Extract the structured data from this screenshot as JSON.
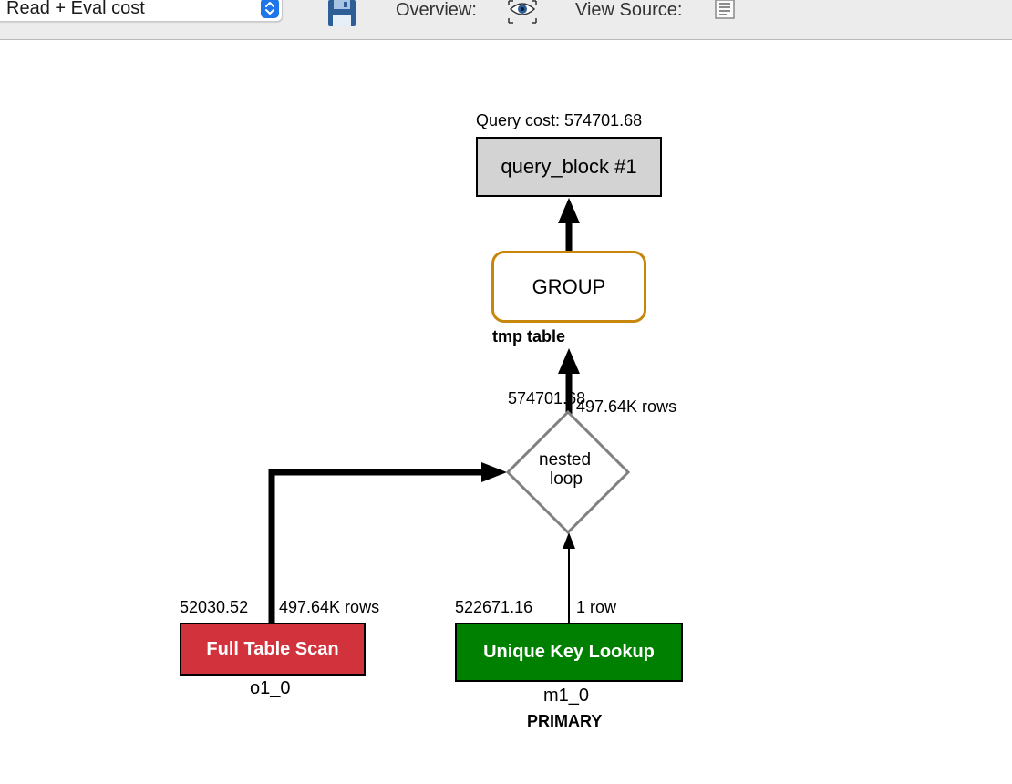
{
  "toolbar": {
    "view_select_value": "Read + Eval cost",
    "save_icon": "save-icon",
    "overview_label": "Overview:",
    "overview_icon": "eye-icon",
    "view_source_label": "View Source:",
    "view_source_icon": "document-icon"
  },
  "diagram": {
    "query_cost": "Query cost: 574701.68",
    "query_block": "query_block #1",
    "group": "GROUP",
    "group_note": "tmp table",
    "nested_loop_line1": "nested",
    "nested_loop_line2": "loop",
    "nested_cost": "574701.68",
    "nested_rows": "497.64K rows",
    "scan_cost": "52030.52",
    "scan_rows": "497.64K rows",
    "scan_label": "Full Table Scan",
    "scan_table": "o1_0",
    "lookup_cost": "522671.16",
    "lookup_rows": "1 row",
    "lookup_label": "Unique Key Lookup",
    "lookup_table": "m1_0",
    "lookup_key": "PRIMARY"
  },
  "colors": {
    "query_block_fill": "#d3d3d3",
    "group_border": "#c8860d",
    "nested_loop_border": "#808080",
    "full_table_scan": "#d2323c",
    "unique_key_lookup": "#008000"
  }
}
